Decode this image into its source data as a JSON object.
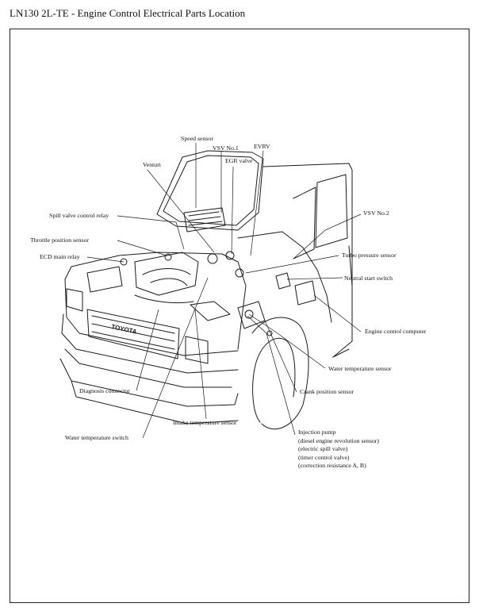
{
  "title": "LN130 2L-TE - Engine Control Electrical Parts Location",
  "labels": {
    "speed_sensor": "Speed sensor",
    "vsv_no1": "VSV No.1",
    "evrv": "EVRV",
    "egr_valve": "EGR valve",
    "venturi": "Venturi",
    "spill_valve_control_relay": "Spill valve control relay",
    "vsv_no2": "VSV No.2",
    "throttle_position_sensor": "Throttle position sensor",
    "turbo_pressure_sensor": "Turbo pressure sensor",
    "ecd_main_relay": "ECD main relay",
    "neutral_start_switch": "Neutral start switch",
    "engine_control_computer": "Engine control computer",
    "water_temperature_sensor": "Water temperature sensor",
    "diagnosis_connector": "Diagnosis connector",
    "crank_position_sensor": "Crank position sensor",
    "intake_temperature_sensor": "Intake temperature sensor",
    "water_temperature_switch": "Water temperature switch",
    "injection_pump": [
      "Injection pump",
      "(diesel engine revolution sensor)",
      "(electric spill valve)",
      "(timer control valve)",
      "(correction resistance A, B)"
    ]
  },
  "grille_badge": "TOYOTA"
}
